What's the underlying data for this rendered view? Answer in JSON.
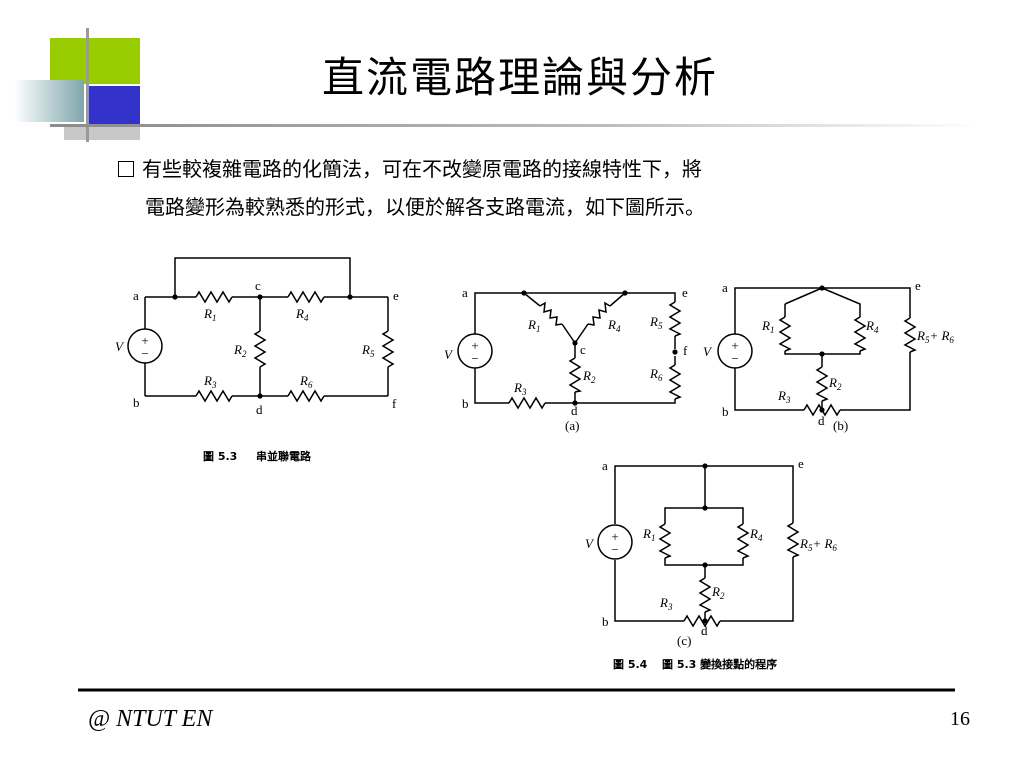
{
  "slide": {
    "title": "直流電路理論與分析",
    "bullet_line1": "有些較複雜電路的化簡法，可在不改變原電路的接線特性下，將",
    "bullet_line2": "電路變形為較熟悉的形式，以便於解各支路電流，如下圖所示。"
  },
  "figure_5_3": {
    "caption_num": "圖 5.3",
    "caption_text": "串並聯電路",
    "nodes": {
      "a": "a",
      "b": "b",
      "c": "c",
      "d": "d",
      "e": "e",
      "f": "f"
    },
    "source": "V",
    "resistors": {
      "r1": "R",
      "r1_sub": "1",
      "r2": "R",
      "r2_sub": "2",
      "r3": "R",
      "r3_sub": "3",
      "r4": "R",
      "r4_sub": "4",
      "r5": "R",
      "r5_sub": "5",
      "r6": "R",
      "r6_sub": "6"
    }
  },
  "figure_5_4": {
    "caption_num": "圖 5.4",
    "caption_text": "圖 5.3 變換接點的程序",
    "label_a": "(a)",
    "label_b": "(b)",
    "label_c": "(c)",
    "series_label": "R",
    "series_sub1": "5",
    "series_plus": "+ R",
    "series_sub2": "6"
  },
  "footer": {
    "left": "@ NTUT  EN",
    "page": "16"
  },
  "colors": {
    "green": "#99cc00",
    "blue": "#3333cc",
    "gray": "#bfbfbf",
    "teal": "#7fa6ad"
  }
}
